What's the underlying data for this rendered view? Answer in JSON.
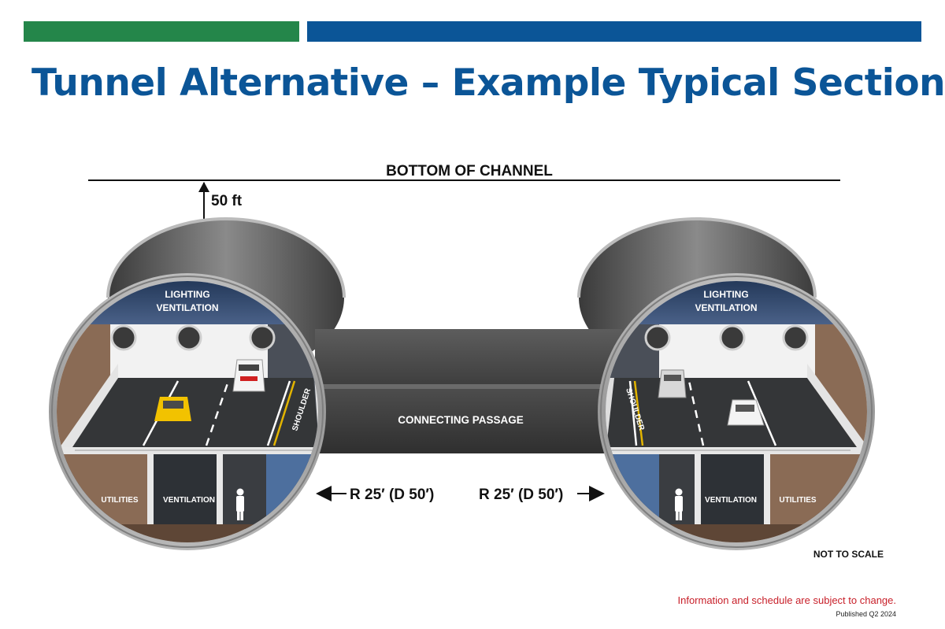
{
  "slide": {
    "title": "Tunnel Alternative – Example Typical Section",
    "disclaimer": "Information and schedule are subject to change.",
    "published": "Published Q2 2024"
  },
  "diagram": {
    "channel_label": "BOTTOM OF CHANNEL",
    "depth_label": "50 ft",
    "connecting_passage": "CONNECTING PASSAGE",
    "radius_left": "R 25′ (D 50′)",
    "radius_right": "R 25′ (D 50′)",
    "scale_note": "NOT TO SCALE",
    "left_tunnel": {
      "top_label_line1": "LIGHTING",
      "top_label_line2": "VENTILATION",
      "shoulder": "SHOULDER",
      "bottom_labels": [
        "UTILITIES",
        "VENTILATION"
      ]
    },
    "right_tunnel": {
      "top_label_line1": "LIGHTING",
      "top_label_line2": "VENTILATION",
      "shoulder": "SHOULDER",
      "bottom_labels": [
        "VENTILATION",
        "UTILITIES"
      ]
    }
  },
  "colors": {
    "brand_green": "#24864a",
    "brand_blue": "#0b5597",
    "disclaimer_red": "#c8202a"
  }
}
